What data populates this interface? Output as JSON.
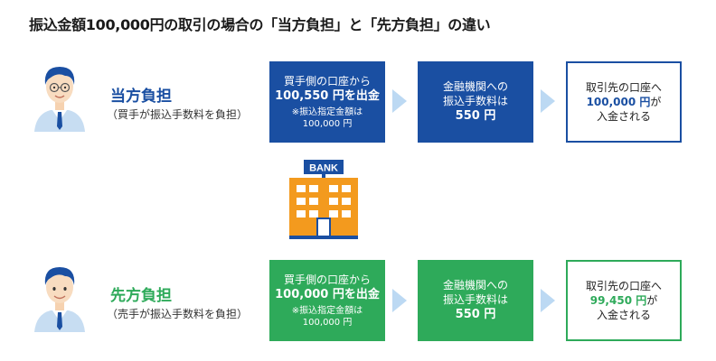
{
  "title": "振込金額100,000円の取引の場合の「当方負担」と「先方負担」の違い",
  "colors": {
    "blue": "#1a4fa2",
    "green": "#2eaa5a",
    "arrow": "#bcd9f3",
    "bank": "#f39a1e"
  },
  "top": {
    "label": "当方負担",
    "sublabel": "（買手が振込手数料を負担）",
    "box1": {
      "line1": "買手側の口座から",
      "amount": "100,550 円を出金",
      "note1": "※振込指定金額は",
      "note2": "100,000 円"
    },
    "box2": {
      "line1": "金融機関への",
      "line2": "振込手数料は",
      "fee": "550 円"
    },
    "box3": {
      "line1": "取引先の口座へ",
      "amount": "100,000 円",
      "suffix": "が",
      "line3": "入金される"
    }
  },
  "bottom": {
    "label": "先方負担",
    "sublabel": "（売手が振込手数料を負担）",
    "box1": {
      "line1": "買手側の口座から",
      "amount": "100,000 円を出金",
      "note1": "※振込指定金額は",
      "note2": "100,000 円"
    },
    "box2": {
      "line1": "金融機関への",
      "line2": "振込手数料は",
      "fee": "550 円"
    },
    "box3": {
      "line1": "取引先の口座へ",
      "amount": "99,450 円",
      "suffix": "が",
      "line3": "入金される"
    }
  },
  "bank": {
    "sign": "BANK",
    "icon": "bank-building-icon"
  },
  "avatar_icon": "person-icon"
}
